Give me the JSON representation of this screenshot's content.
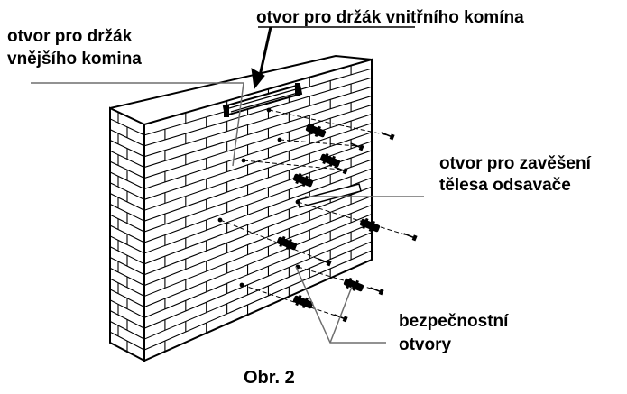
{
  "labels": {
    "inner_chimney_bracket_hole": "otvor pro držák vnitřního komína",
    "outer_chimney_bracket_hole_line1": "otvor pro držák",
    "outer_chimney_bracket_hole_line2": "vnějšího komina",
    "hood_mount_hole_line1": "otvor pro zavěšení",
    "hood_mount_hole_line2": "tělesa odsavače",
    "safety_holes_line1": "bezpečnostní",
    "safety_holes_line2": "otvory"
  },
  "caption": "Obr. 2",
  "colors": {
    "ink": "#000000",
    "background": "#ffffff",
    "leader_gray": "#6e6e6e"
  },
  "icons": [
    "brick-wall-icon",
    "wall-plug-icon",
    "screw-icon",
    "chimney-bracket-icon",
    "hood-rail-icon"
  ]
}
